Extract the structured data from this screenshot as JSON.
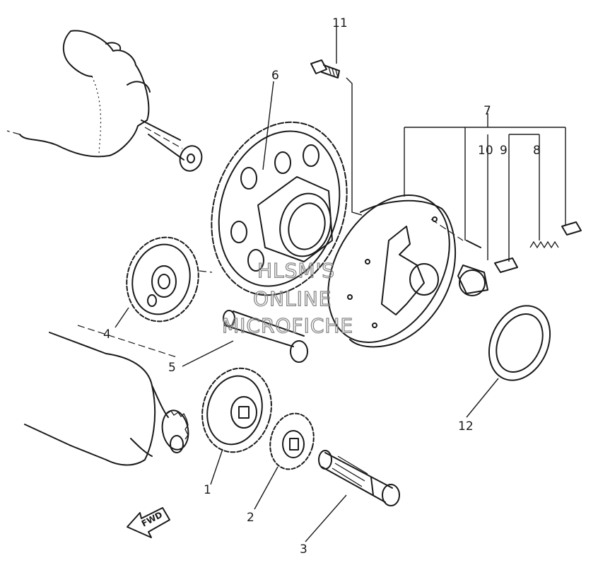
{
  "watermark": {
    "line1": "HLSM'S",
    "line2": "ONLINE",
    "line3": "MICROFICHE"
  },
  "direction_label": "FWD",
  "callouts": [
    "1",
    "2",
    "3",
    "4",
    "5",
    "6",
    "7",
    "8",
    "9",
    "10",
    "11",
    "12"
  ]
}
